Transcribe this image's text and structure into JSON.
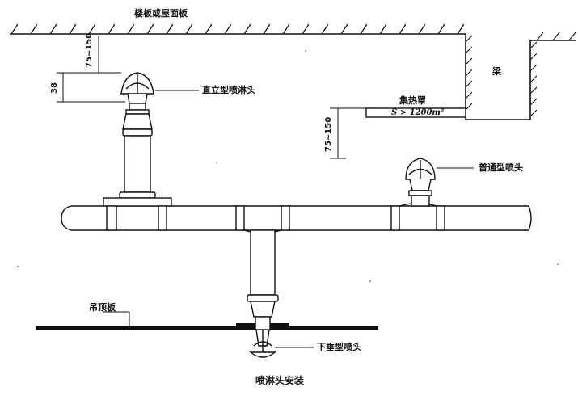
{
  "labels": {
    "slab": "楼板或屋面板",
    "beam": "梁",
    "heat_collector": "集热罩",
    "heat_area": "S > 1200m²",
    "upright_head": "直立型喷淋头",
    "conventional_head": "普通型喷头",
    "ceiling_board": "吊顶板",
    "pendent_head": "下垂型喷头",
    "caption": "喷淋头安装"
  },
  "dimensions": {
    "upper_gap": "75~150",
    "deflector": "38",
    "collector_gap": "75~150"
  }
}
